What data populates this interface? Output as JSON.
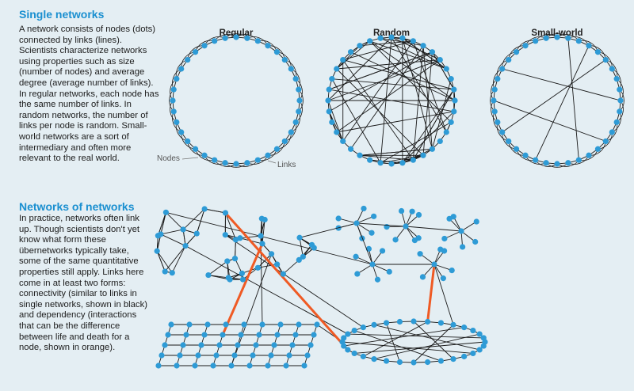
{
  "single": {
    "heading": "Single networks",
    "body": "A network consists of nodes (dots) connected by links (lines). Scientists characterize networks using properties such as size (number of nodes) and average degree (average number of links). In regular networks, each node has the same number of links. In random networks, the number of links per node is random. Small-world networks are a sort of intermediary and often more relevant to the real world."
  },
  "titles": {
    "regular": "Regular",
    "random": "Random",
    "smallworld": "Small-world"
  },
  "callouts": {
    "nodes": "Nodes",
    "links": "Links"
  },
  "nn": {
    "heading": "Networks of networks",
    "body": "In practice, networks often link up. Though scientists don't yet know what form these übernetworks typically take, some of the same quantitative properties still apply. Links here come in at least two forms: connectivity (similar to links in single networks, shown in black) and dependency (interactions that can be the difference between life and death for a node, shown in orange)."
  },
  "colors": {
    "node": "#2e9bd6",
    "link": "#1a1a1a",
    "dependency": "#ef5a24",
    "heading": "#1a8fd0",
    "background": "#e4eef3"
  }
}
